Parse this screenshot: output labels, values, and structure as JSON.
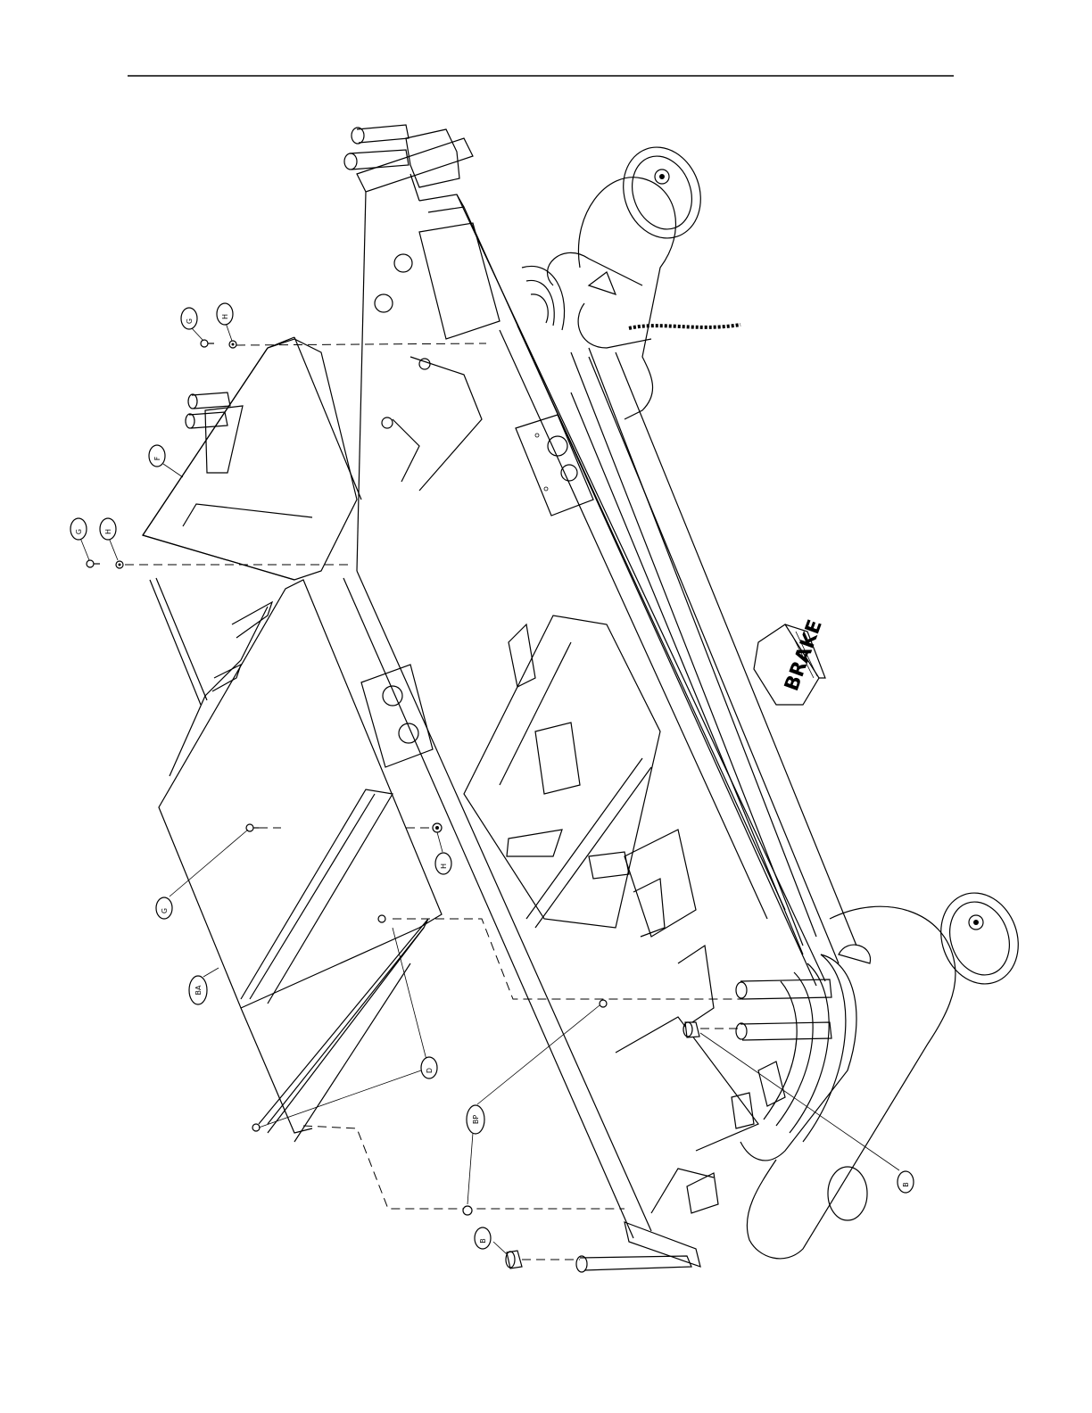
{
  "callouts": {
    "g_top": "G",
    "h_top": "H",
    "g_left": "G",
    "h_left": "H",
    "f": "F",
    "g_mid": "G",
    "h_mid": "H",
    "ba": "BA",
    "d": "D",
    "bp": "BP",
    "b_bottom": "B",
    "b_right": "B"
  },
  "pedal_label": "BRAKE"
}
